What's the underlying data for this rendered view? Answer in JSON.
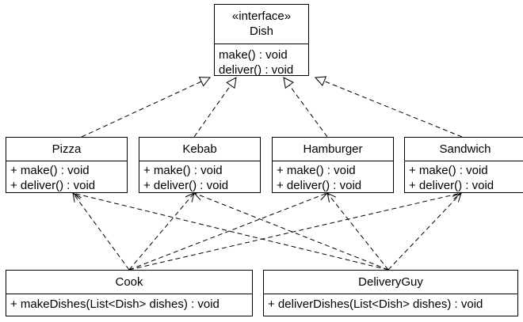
{
  "interface": {
    "stereotype": "«interface»",
    "name": "Dish",
    "methods": [
      "make() : void",
      "deliver() : void"
    ]
  },
  "dishes": [
    {
      "name": "Pizza",
      "methods": [
        "+ make() : void",
        "+ deliver() : void"
      ]
    },
    {
      "name": "Kebab",
      "methods": [
        "+ make() : void",
        "+ deliver() : void"
      ]
    },
    {
      "name": "Hamburger",
      "methods": [
        "+ make() : void",
        "+ deliver() : void"
      ]
    },
    {
      "name": "Sandwich",
      "methods": [
        "+ make() : void",
        "+ deliver() : void"
      ]
    }
  ],
  "workers": [
    {
      "name": "Cook",
      "methods": [
        "+ makeDishes(List<Dish> dishes) : void"
      ]
    },
    {
      "name": "DeliveryGuy",
      "methods": [
        "+ deliverDishes(List<Dish> dishes) : void"
      ]
    }
  ],
  "relations": {
    "realizations": [
      {
        "from": "Pizza",
        "to": "Dish"
      },
      {
        "from": "Kebab",
        "to": "Dish"
      },
      {
        "from": "Hamburger",
        "to": "Dish"
      },
      {
        "from": "Sandwich",
        "to": "Dish"
      }
    ],
    "dependencies": [
      {
        "from": "Cook",
        "to": "Pizza"
      },
      {
        "from": "Cook",
        "to": "Kebab"
      },
      {
        "from": "Cook",
        "to": "Hamburger"
      },
      {
        "from": "Cook",
        "to": "Sandwich"
      },
      {
        "from": "DeliveryGuy",
        "to": "Pizza"
      },
      {
        "from": "DeliveryGuy",
        "to": "Kebab"
      },
      {
        "from": "DeliveryGuy",
        "to": "Hamburger"
      },
      {
        "from": "DeliveryGuy",
        "to": "Sandwich"
      }
    ]
  }
}
